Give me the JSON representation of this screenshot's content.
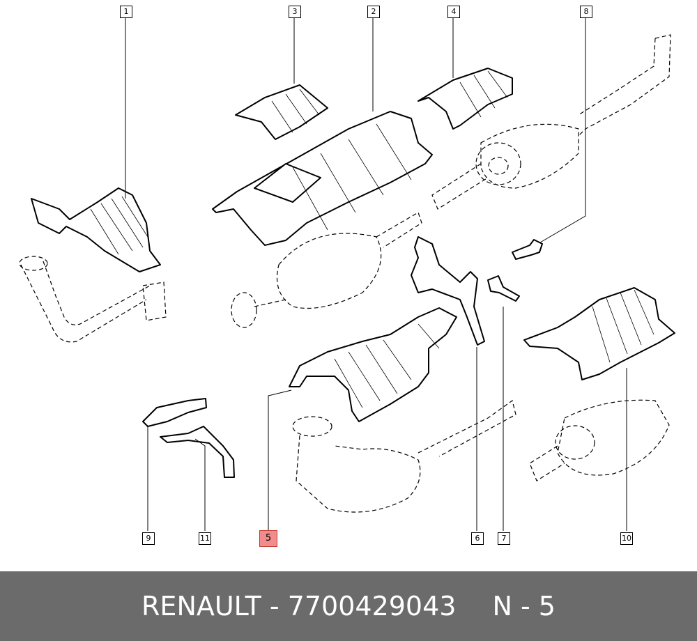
{
  "callouts": {
    "c1": "1",
    "c2": "2",
    "c3": "3",
    "c4": "4",
    "c5": "5",
    "c6": "6",
    "c7": "7",
    "c8": "8",
    "c9": "9",
    "c10": "10",
    "c11": "11"
  },
  "highlight_color": "#f28b8b",
  "footer": {
    "part": "RENAULT - 7700429043",
    "position": "N - 5",
    "background": "#6b6b6b"
  }
}
